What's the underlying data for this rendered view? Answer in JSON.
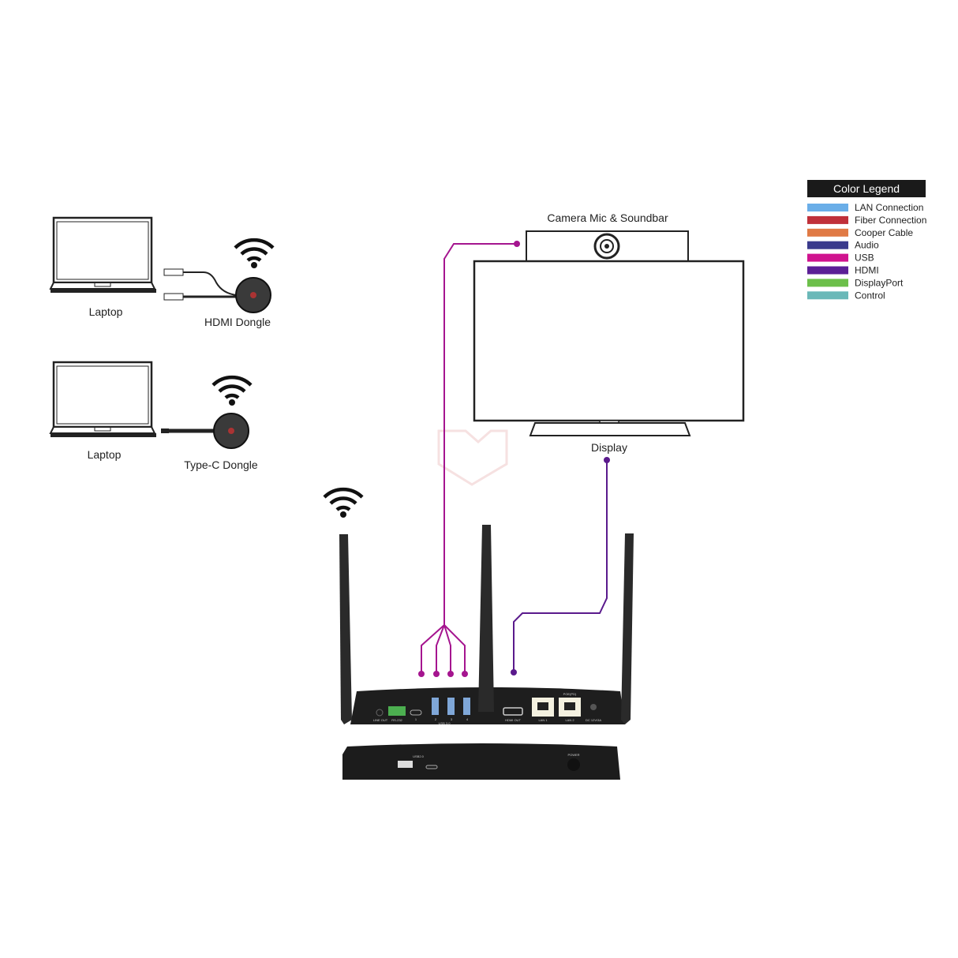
{
  "labels": {
    "laptop1": "Laptop",
    "hdmi_dongle": "HDMI Dongle",
    "laptop2": "Laptop",
    "typec_dongle": "Type-C Dongle",
    "camera": "Camera Mic & Soundbar",
    "display": "Display"
  },
  "legend": {
    "title": "Color Legend",
    "items": [
      {
        "label": "LAN Connection",
        "color": "#6aaee8"
      },
      {
        "label": "Fiber Connection",
        "color": "#c0303a"
      },
      {
        "label": "Cooper Cable",
        "color": "#e07a45"
      },
      {
        "label": "Audio",
        "color": "#3a3a8c"
      },
      {
        "label": "USB",
        "color": "#d0138f"
      },
      {
        "label": "HDMI",
        "color": "#5b1f96"
      },
      {
        "label": "DisplayPort",
        "color": "#6cbf4a"
      },
      {
        "label": "Control",
        "color": "#6ab8b8"
      }
    ]
  },
  "ports": {
    "line_out": "LINE OUT",
    "rs232": "RS-232",
    "usb_label": "USB 3.0",
    "usb1": "1",
    "usb2": "2",
    "usb3": "3",
    "usb4": "4",
    "hdmi_out": "HDMI OUT",
    "lan1": "LAN 1",
    "lan2": "LAN 2",
    "poe": "POE(PD)",
    "dc": "DC 12V/3A",
    "usb20": "USB2.0",
    "power": "POWER"
  },
  "colors": {
    "usb_line": "#a5158f",
    "hdmi_line": "#5a1a8c"
  }
}
